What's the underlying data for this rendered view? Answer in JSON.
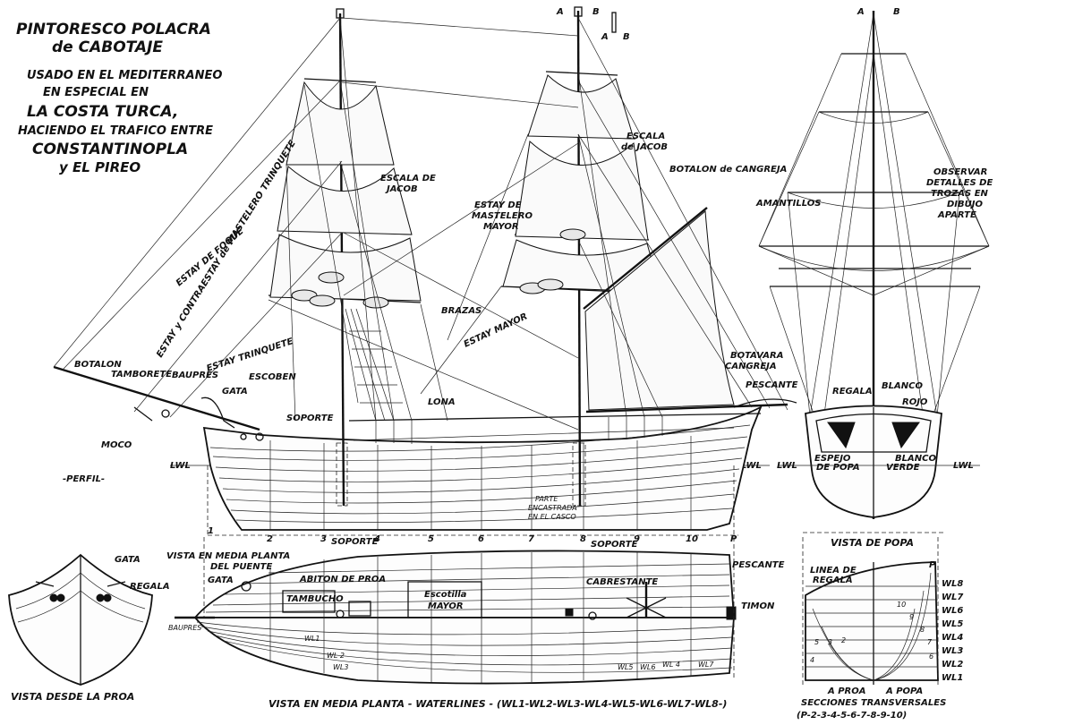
{
  "title": {
    "line1": "PINTORESCO POLACRA",
    "line2": "de CABOTAJE",
    "line3": "USADO EN EL MEDITERRANEO",
    "line4": "EN ESPECIAL EN",
    "line5": "LA COSTA TURCA,",
    "line6": "HACIENDO EL TRAFICO ENTRE",
    "line7": "CONSTANTINOPLA",
    "line8": "y EL PIREO"
  },
  "profile_labels": {
    "estay_de_foque": "ESTAY DE FOQUE",
    "contraestay": "ESTAY y CONTRAESTAY de MASTELERO TRINQUETE",
    "escala_jacob_fore_1": "ESCALA DE",
    "escala_jacob_fore_2": "JACOB",
    "estay_mastelero_1": "ESTAY DE",
    "estay_mastelero_2": "MASTELERO",
    "estay_mastelero_3": "MAYOR",
    "escala_jacob_main_1": "ESCALA",
    "escala_jacob_main_2": "de JACOB",
    "botalon_cangreja": "BOTALON de CANGREJA",
    "brazas": "BRAZAS",
    "estay_mayor": "ESTAY MAYOR",
    "botalon": "BOTALON",
    "tamborete": "TAMBORETE",
    "baupres": "BAUPRES",
    "estay_trinquete": "ESTAY TRINQUETE",
    "escoben": "ESCOBEN",
    "gata": "GATA",
    "moco": "MOCO",
    "soporte": "SOPORTE",
    "lona": "LONA",
    "botavara_1": "BOTAVARA",
    "botavara_2": "CANGREJA",
    "pescante": "PESCANTE",
    "lwl": "LWL",
    "perfil": "-PERFIL-",
    "parte_1": "PARTE",
    "parte_2": "ENCASTRADA",
    "parte_3": "EN EL CASCO",
    "station_numbers": [
      "1",
      "2",
      "3",
      "4",
      "5",
      "6",
      "7",
      "8",
      "9",
      "10",
      "P"
    ],
    "rig_a": "A",
    "rig_b": "B"
  },
  "stern_labels": {
    "amantillos": "AMANTILLOS",
    "observar_1": "OBSERVAR",
    "observar_2": "DETALLES DE",
    "observar_3": "TROZAS EN",
    "observar_4": "DIBUJO",
    "observar_5": "APARTE",
    "regala": "REGALA",
    "blanco": "BLANCO",
    "rojo": "ROJO",
    "espejo_1": "ESPEJO",
    "espejo_2": "DE POPA",
    "verde_1": "BLANCO",
    "verde_2": "VERDE",
    "lwl": "LWL",
    "caption": "VISTA DE POPA"
  },
  "plan_labels": {
    "vista_1": "VISTA EN MEDIA PLANTA",
    "vista_2": "DEL PUENTE",
    "soporte": "SOPORTE",
    "abiton": "ABITON DE PROA",
    "gata": "GATA",
    "tambucho": "TAMBUCHO",
    "escotilla_1": "Escotilla",
    "escotilla_2": "MAYOR",
    "cabrestante": "CABRESTANTE",
    "pescante": "PESCANTE",
    "timon": "TIMON",
    "baupres": "BAUPRES",
    "wl1": "WL1",
    "wl2": "WL 2",
    "wl3": "WL3",
    "wl4": "WL 4",
    "wl5": "WL5",
    "wl6": "WL6",
    "wl7": "WL7",
    "caption": "VISTA EN MEDIA PLANTA - WATERLINES - (WL1-WL2-WL3-WL4-WL5-WL6-WL7-WL8-)"
  },
  "bow_view": {
    "gata": "GATA",
    "regala": "REGALA",
    "caption": "VISTA DESDE LA PROA"
  },
  "sections": {
    "linea_1": "LINEA DE",
    "linea_2": "REGALA",
    "p": "P",
    "wl_labels": [
      "WL8",
      "WL7",
      "WL6",
      "WL5",
      "WL4",
      "WL3",
      "WL2",
      "WL1"
    ],
    "numbers": [
      "10",
      "9",
      "8",
      "7",
      "6",
      "5",
      "4",
      "3",
      "2"
    ],
    "a_proa": "A PROA",
    "a_popa": "A POPA",
    "caption_1": "SECCIONES TRANSVERSALES",
    "caption_2": "(P-2-3-4-5-6-7-8-9-10)"
  }
}
